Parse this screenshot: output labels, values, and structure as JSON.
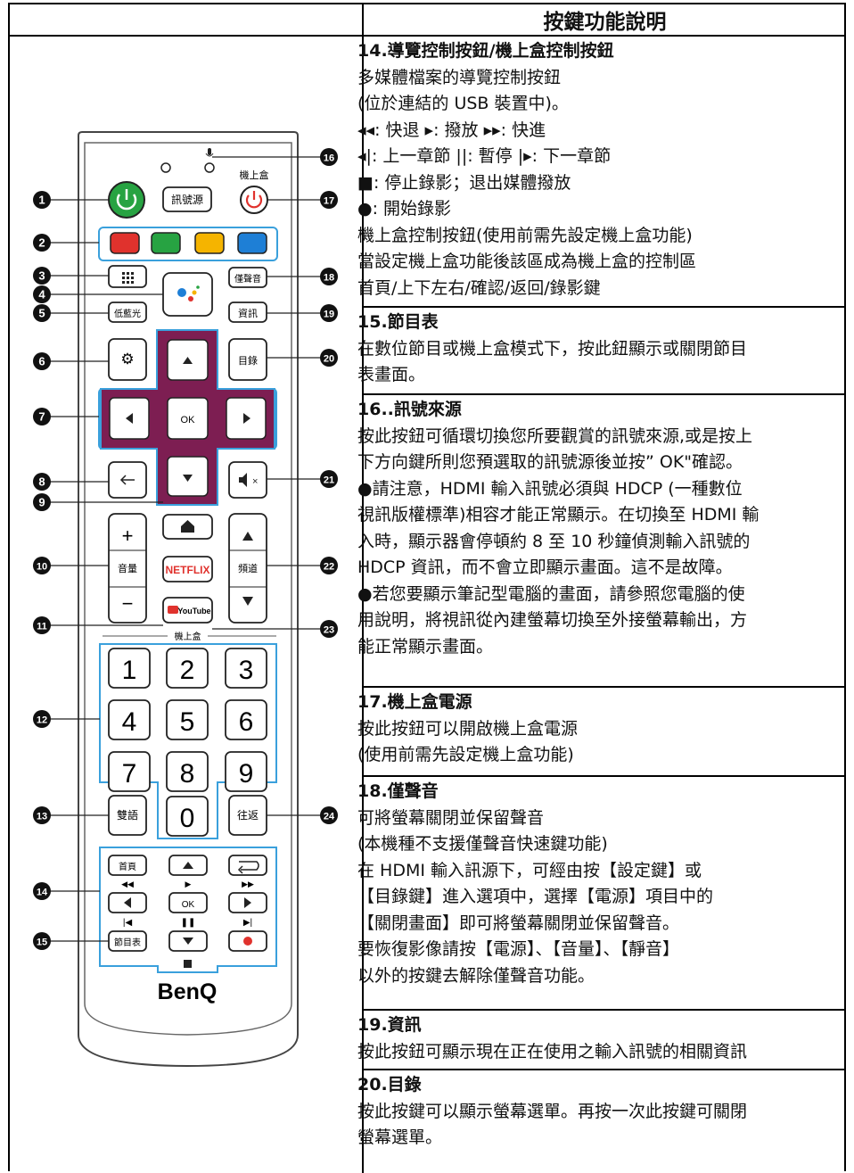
{
  "header": {
    "title": "按鍵功能說明"
  },
  "sections": [
    {
      "title": "14.導覽控制按鈕/機上盒控制按鈕",
      "lines": [
        "多媒體檔案的導覽控制按鈕",
        "(位於連結的 USB 裝置中)。",
        "◂◂: 快退  ▸: 撥放  ▸▸: 快進",
        "◂|: 上一章節  ||: 暫停  |▸: 下一章節",
        "■: 停止錄影；退出媒體撥放",
        "●: 開始錄影",
        "機上盒控制按鈕(使用前需先設定機上盒功能)",
        "當設定機上盒功能後該區成為機上盒的控制區",
        "首頁/上下左右/確認/返回/錄影鍵"
      ]
    },
    {
      "title": "15.節目表",
      "lines": [
        "在數位節目或機上盒模式下，按此鈕顯示或關閉節目",
        "表畫面。"
      ]
    },
    {
      "title": "16..訊號來源",
      "lines": [
        "按此按鈕可循環切換您所要觀賞的訊號來源,或是按上",
        "下方向鍵所則您預選取的訊號源後並按” OK\"確認。",
        "●請注意，HDMI 輸入訊號必須與 HDCP (一種數位",
        "視訊版權標準)相容才能正常顯示。在切換至 HDMI 輸",
        "入時，顯示器會停頓約 8 至 10 秒鐘偵測輸入訊號的",
        "HDCP 資訊，而不會立即顯示畫面。這不是故障。",
        "●若您要顯示筆記型電腦的畫面，請參照您電腦的使",
        "用說明，將視訊從內建螢幕切換至外接螢幕輸出，方",
        "能正常顯示畫面。"
      ]
    },
    {
      "title": "17.機上盒電源",
      "lines": [
        "按此按鈕可以開啟機上盒電源",
        "(使用前需先設定機上盒功能)"
      ]
    },
    {
      "title": "18.僅聲音",
      "lines": [
        "可將螢幕關閉並保留聲音",
        "(本機種不支援僅聲音快速鍵功能)",
        "在 HDMI 輸入訊源下，可經由按【設定鍵】或",
        "【目錄鍵】進入選項中，選擇【電源】項目中的",
        "【關閉畫面】即可將螢幕關閉並保留聲音。",
        "要恢復影像請按【電源】、【音量】、【靜音】",
        "以外的按鍵去解除僅聲音功能。"
      ]
    },
    {
      "title": "19.資訊",
      "lines": [
        "按此按鈕可顯示現在正在使用之輸入訊號的相關資訊"
      ]
    },
    {
      "title": "20.目錄",
      "lines": [
        "按此按鍵可以顯示螢幕選單。再按一次此按鍵可關閉",
        "螢幕選單。"
      ]
    }
  ],
  "remote": {
    "brand": "BenQ",
    "labels": {
      "source": "訊號源",
      "stb": "機上盒",
      "audio_only": "僅聲音",
      "low_blue": "低藍光",
      "info": "資訊",
      "menu": "目錄",
      "volume": "音量",
      "channel": "頻道",
      "netflix": "NETFLIX",
      "youtube": "YouTube",
      "stb_divider": "機上盒",
      "dual": "雙語",
      "back_key": "往返",
      "home": "首頁",
      "epg": "節目表",
      "ok": "OK",
      "ok2": "OK"
    },
    "digits": [
      "1",
      "2",
      "3",
      "4",
      "5",
      "6",
      "7",
      "8",
      "9",
      "0"
    ],
    "callouts": [
      "1",
      "2",
      "3",
      "4",
      "5",
      "6",
      "7",
      "8",
      "9",
      "10",
      "11",
      "12",
      "13",
      "14",
      "15",
      "16",
      "17",
      "18",
      "19",
      "20",
      "21",
      "22",
      "23",
      "24"
    ],
    "colors": {
      "power": "#27a342",
      "red": "#e0322d",
      "green": "#27a342",
      "yellow": "#f5b400",
      "blue": "#1e7fd6",
      "highlight": "#3aa0dc",
      "dpad": "#7d1e52",
      "stb_power": "#e0322d"
    }
  }
}
